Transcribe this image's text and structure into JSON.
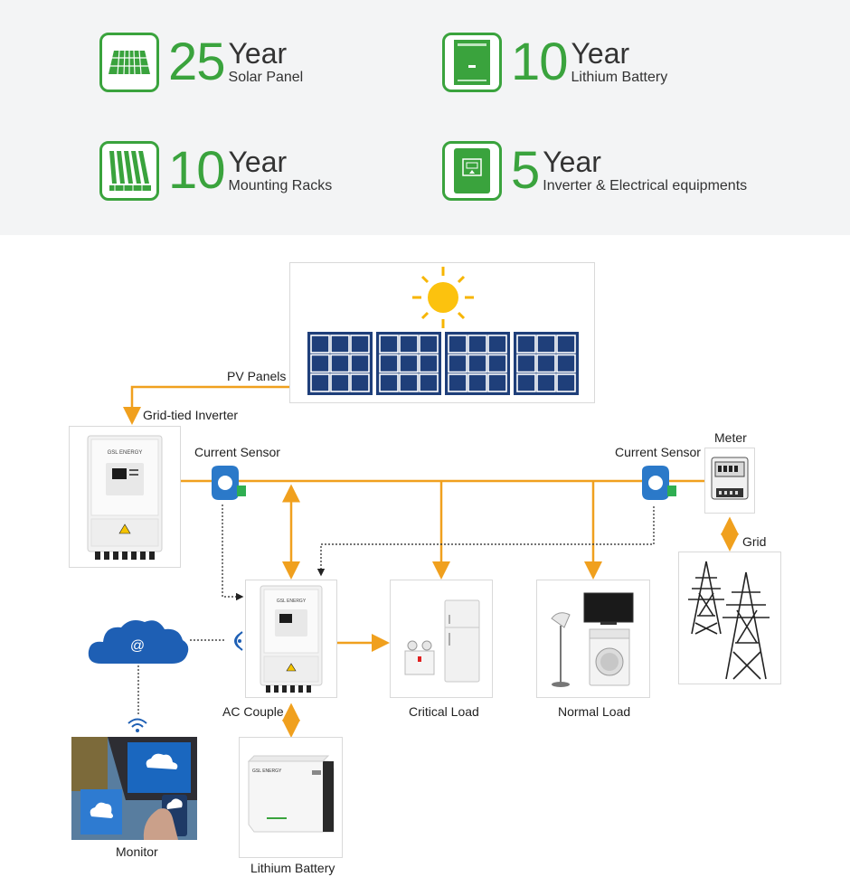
{
  "warranties": [
    {
      "number": "25",
      "unit": "Year",
      "subject": "Solar Panel",
      "icon": "solar-panel-icon"
    },
    {
      "number": "10",
      "unit": "Year",
      "subject": "Lithium Battery",
      "icon": "battery-icon"
    },
    {
      "number": "10",
      "unit": "Year",
      "subject": "Mounting Racks",
      "icon": "mounting-racks-icon"
    },
    {
      "number": "5",
      "unit": "Year",
      "subject": "Inverter & Electrical equipments",
      "icon": "inverter-icon"
    }
  ],
  "diagram": {
    "pv_panels": "PV Panels",
    "grid_tied_inverter": "Grid-tied Inverter",
    "current_sensor_left": "Current Sensor",
    "current_sensor_right": "Current Sensor",
    "meter": "Meter",
    "grid": "Grid",
    "ac_couple": "AC Couple",
    "critical_load": "Critical Load",
    "normal_load": "Normal Load",
    "monitor": "Monitor",
    "lithium_battery": "Lithium Battery",
    "inverter_brand": "GSL ENERGY",
    "cloud_symbol": "@"
  },
  "colors": {
    "accent_green": "#3aa33d",
    "flow_orange": "#f0a01e",
    "panel_blue": "#1f3f7a",
    "cloud_blue": "#1e5fb4"
  }
}
